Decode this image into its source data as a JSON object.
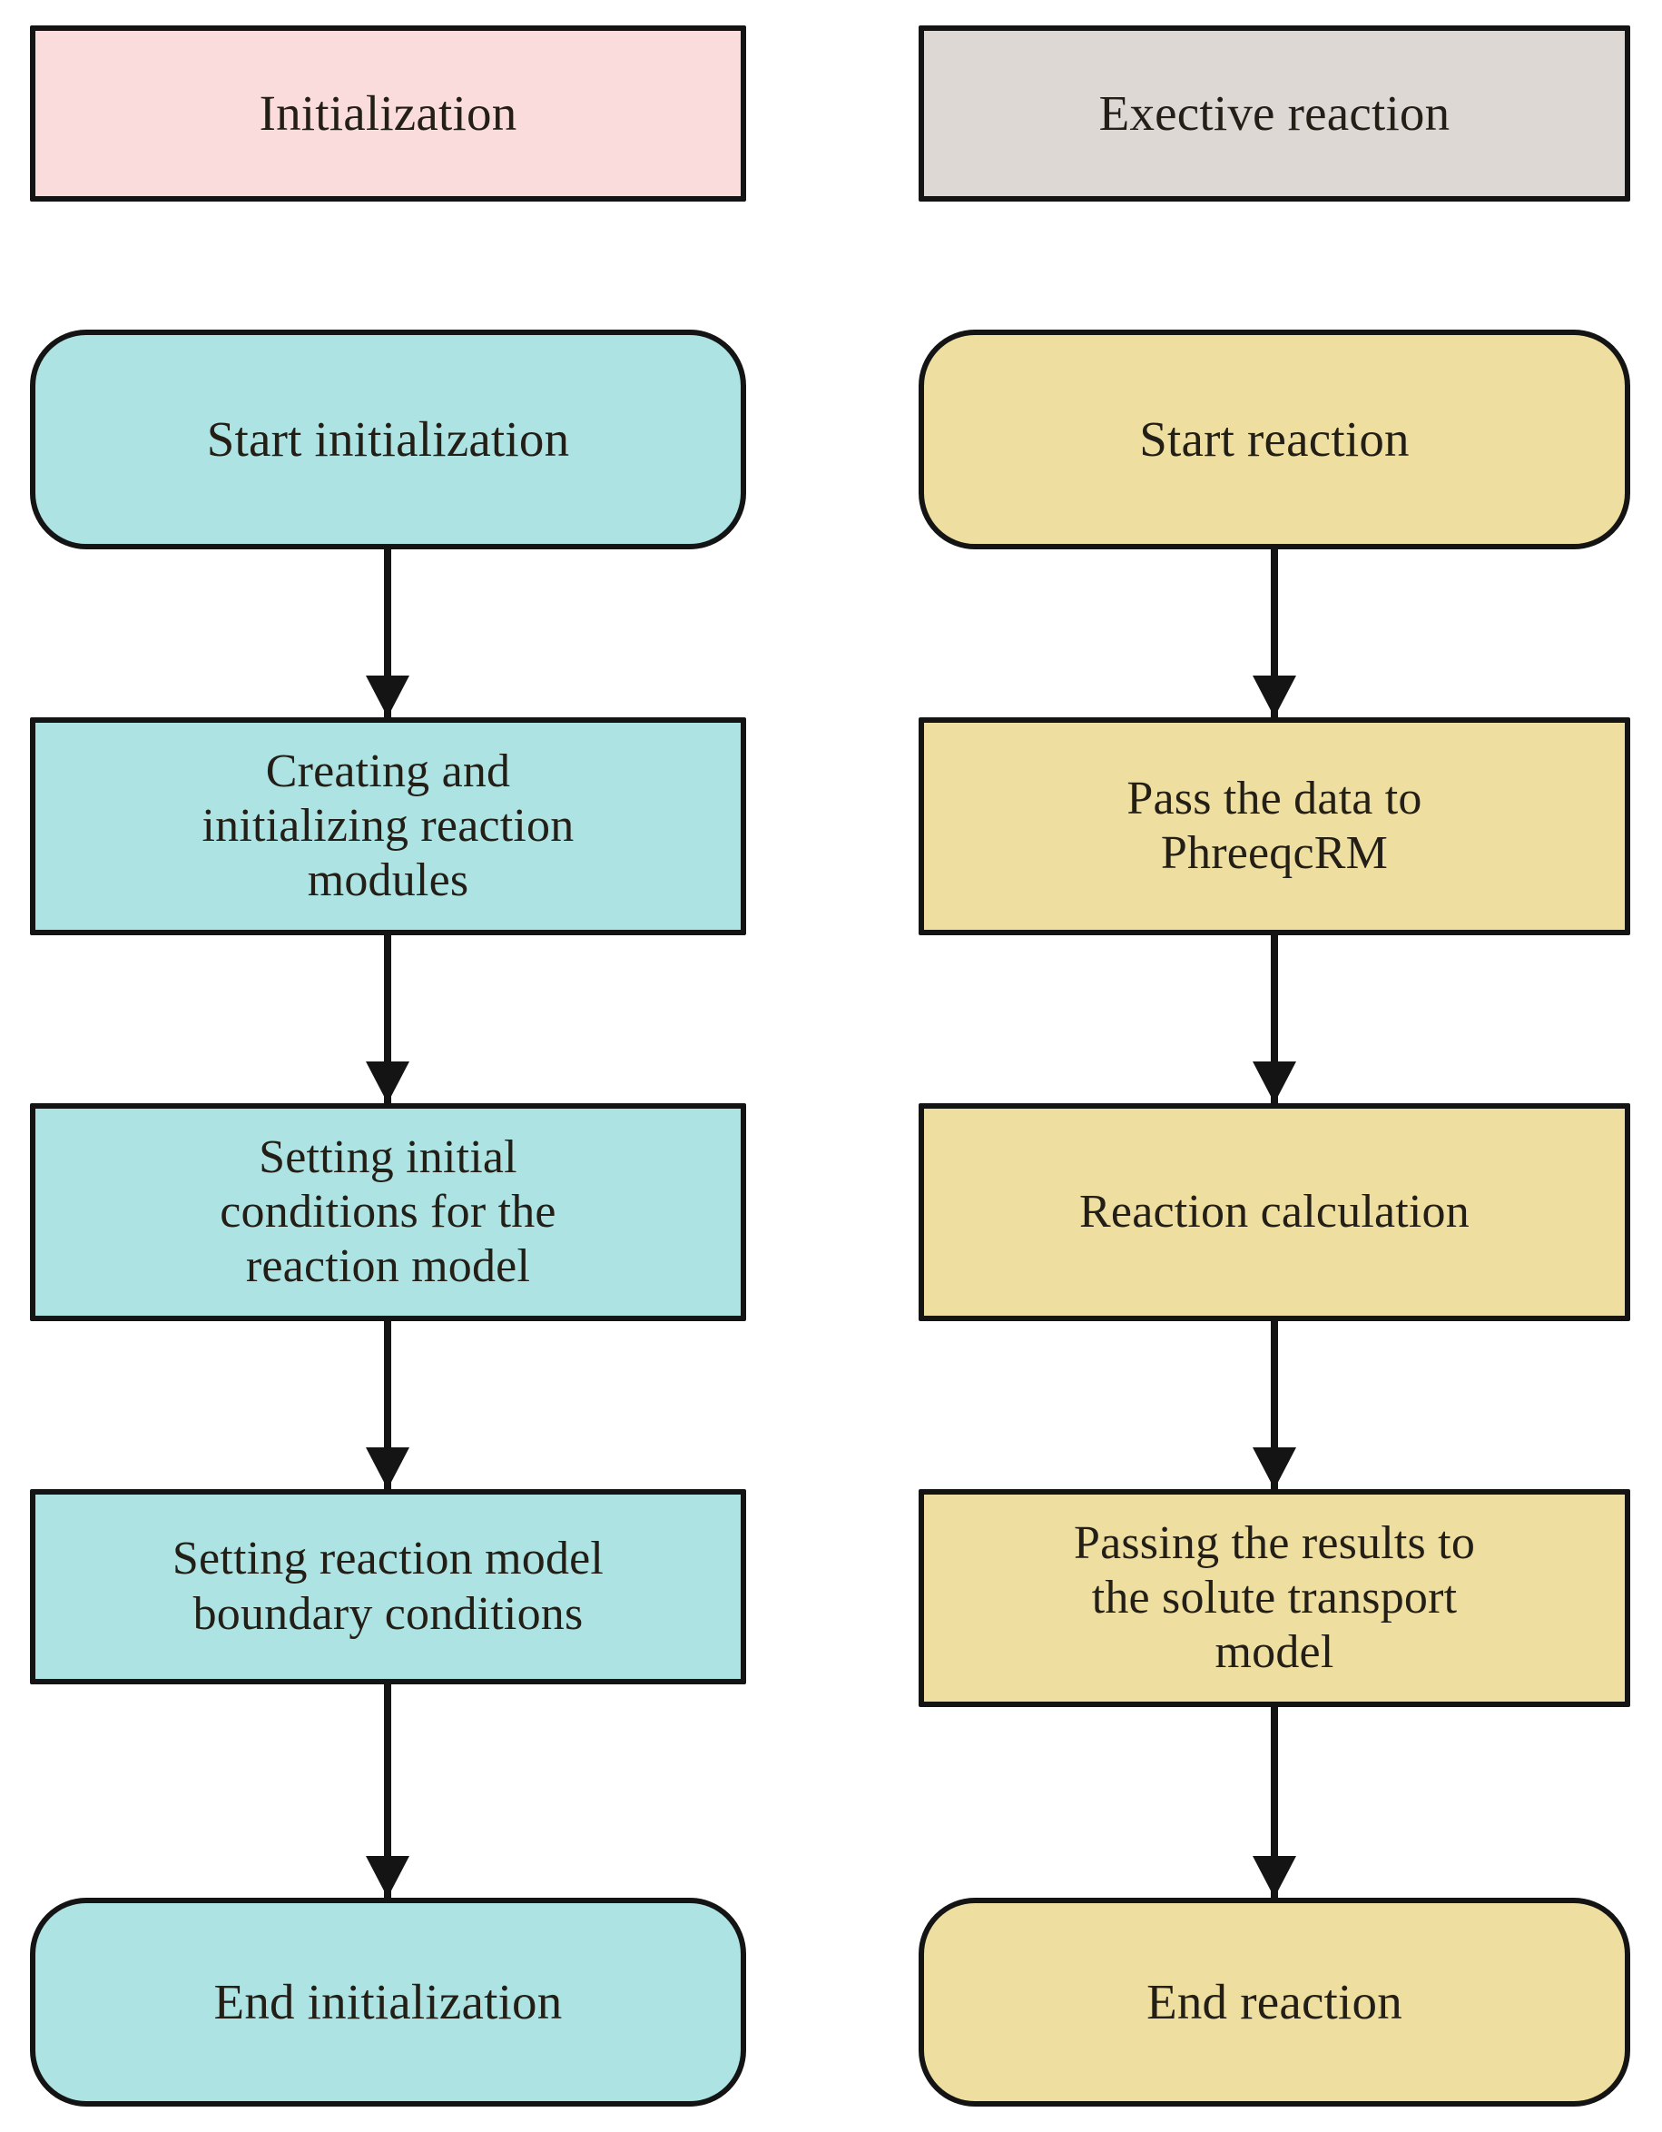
{
  "diagram": {
    "title_left": "Initialization",
    "title_right": "Exective reaction",
    "colors": {
      "header_initialization": "#FADCDC",
      "header_exective_reaction": "#DED8D5",
      "initialization_nodes": "#AEE3E3",
      "reaction_nodes": "#EEDFA1",
      "stroke": "#141414",
      "background": "#FFFFFF"
    },
    "columns": [
      {
        "name": "initialization",
        "header": "Initialization",
        "nodes": [
          {
            "id": "start-initialization",
            "shape": "terminator",
            "label": "Start initialization"
          },
          {
            "id": "creating-initializing-reaction-modules",
            "shape": "process",
            "label": "Creating and\ninitializing reaction\nmodules"
          },
          {
            "id": "setting-initial-conditions",
            "shape": "process",
            "label": "Setting initial\nconditions for the\nreaction model"
          },
          {
            "id": "setting-boundary-conditions",
            "shape": "process",
            "label": "Setting reaction model\nboundary conditions"
          },
          {
            "id": "end-initialization",
            "shape": "terminator",
            "label": "End initialization"
          }
        ],
        "edges": [
          {
            "from": "start-initialization",
            "to": "creating-initializing-reaction-modules",
            "label": ""
          },
          {
            "from": "creating-initializing-reaction-modules",
            "to": "setting-initial-conditions",
            "label": ""
          },
          {
            "from": "setting-initial-conditions",
            "to": "setting-boundary-conditions",
            "label": ""
          },
          {
            "from": "setting-boundary-conditions",
            "to": "end-initialization",
            "label": ""
          }
        ]
      },
      {
        "name": "exective-reaction",
        "header": "Exective reaction",
        "nodes": [
          {
            "id": "start-reaction",
            "shape": "terminator",
            "label": "Start reaction"
          },
          {
            "id": "pass-data-to-phreeqcrm",
            "shape": "process",
            "label": "Pass the data to\nPhreeqcRM"
          },
          {
            "id": "reaction-calculation",
            "shape": "process",
            "label": "Reaction calculation"
          },
          {
            "id": "passing-results-to-transport-model",
            "shape": "process",
            "label": "Passing the results to\nthe solute transport\nmodel"
          },
          {
            "id": "end-reaction",
            "shape": "terminator",
            "label": "End reaction"
          }
        ],
        "edges": [
          {
            "from": "start-reaction",
            "to": "pass-data-to-phreeqcrm",
            "label": ""
          },
          {
            "from": "pass-data-to-phreeqcrm",
            "to": "reaction-calculation",
            "label": ""
          },
          {
            "from": "reaction-calculation",
            "to": "passing-results-to-transport-model",
            "label": ""
          },
          {
            "from": "passing-results-to-transport-model",
            "to": "end-reaction",
            "label": ""
          }
        ]
      }
    ]
  }
}
